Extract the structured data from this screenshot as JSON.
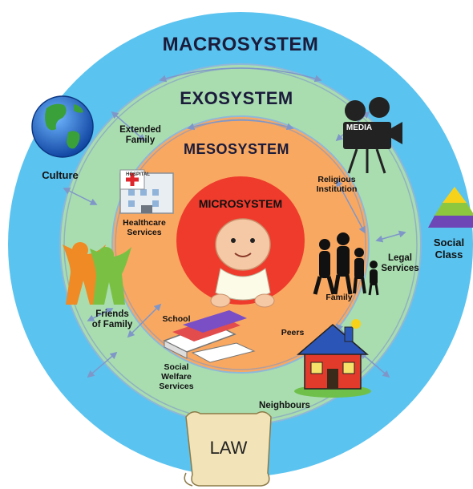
{
  "layers": {
    "macrosystem": "MACROSYSTEM",
    "exosystem": "EXOSYSTEM",
    "mesosystem": "MESOSYSTEM",
    "microsystem": "MICROSYSTEM"
  },
  "labels": {
    "culture": "Culture",
    "extended_family": "Extended\nFamily",
    "media": "MEDIA",
    "social_class": "Social\nClass",
    "religious_institution": "Religious\nInstitution",
    "healthcare_services": "Healthcare\nServices",
    "hospital_sign": "HOSPITAL",
    "legal_services": "Legal\nServices",
    "family": "Family",
    "friends_of_family": "Friends\nof Family",
    "school": "School",
    "peers": "Peers",
    "social_welfare_services": "Social\nWelfare\nServices",
    "neighbours": "Neighbours",
    "law": "LAW"
  },
  "colors": {
    "macrosystem": "#5bc3ef",
    "exosystem": "#a9ddb0",
    "mesosystem": "#f9a861",
    "microsystem": "#ee3b2c",
    "arrows": "#7f97c8"
  }
}
